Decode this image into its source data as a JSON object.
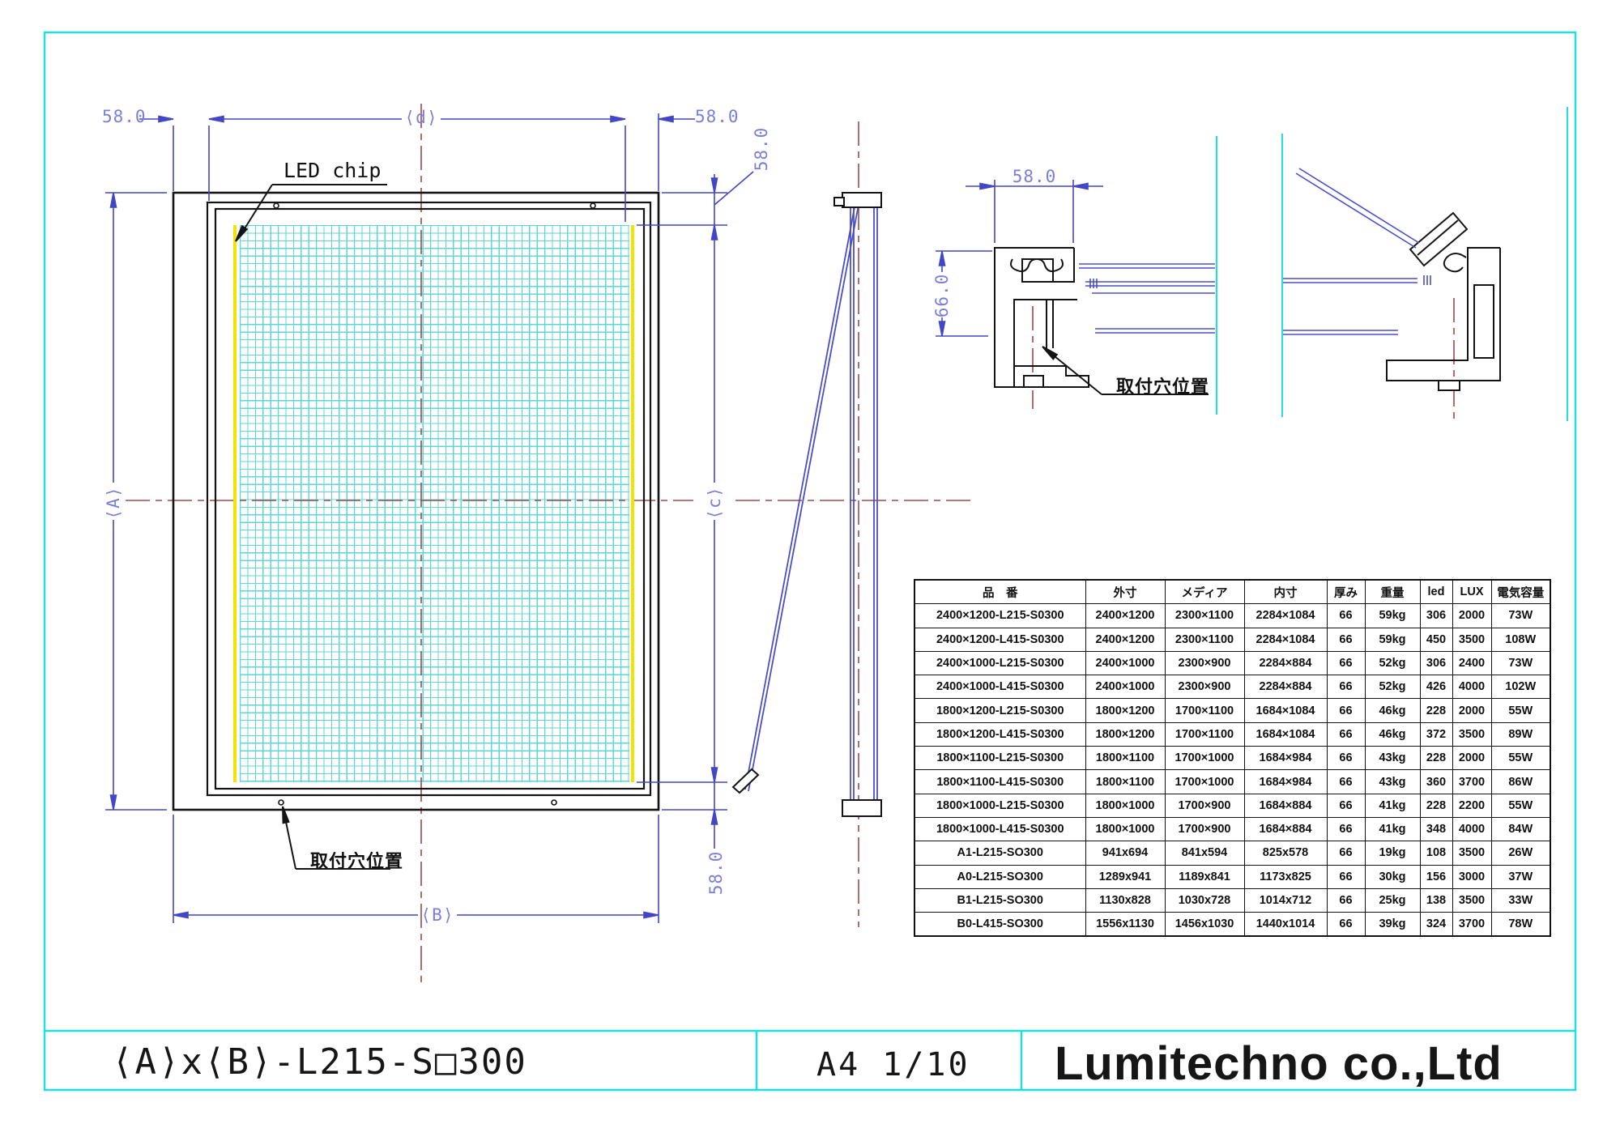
{
  "front_view": {
    "dims": {
      "margin": "58.0",
      "media_width": "⟨d⟩",
      "overall_height": "⟨A⟩",
      "overall_width": "⟨B⟩",
      "media_height": "⟨c⟩"
    },
    "annotations": {
      "led_chip": "LED chip",
      "mount_hole": "取付穴位置"
    }
  },
  "section_view": {
    "dims": {
      "frame_width": "58.0",
      "frame_depth": "66.0"
    },
    "annotations": {
      "mount_hole": "取付穴位置"
    }
  },
  "table": {
    "headers": [
      "品　番",
      "外寸",
      "メディア",
      "内寸",
      "厚み",
      "重量",
      "led",
      "LUX",
      "電気容量"
    ],
    "rows": [
      [
        "2400×1200-L215-S0300",
        "2400×1200",
        "2300×1100",
        "2284×1084",
        "66",
        "59kg",
        "306",
        "2000",
        "73W"
      ],
      [
        "2400×1200-L415-S0300",
        "2400×1200",
        "2300×1100",
        "2284×1084",
        "66",
        "59kg",
        "450",
        "3500",
        "108W"
      ],
      [
        "2400×1000-L215-S0300",
        "2400×1000",
        "2300×900",
        "2284×884",
        "66",
        "52kg",
        "306",
        "2400",
        "73W"
      ],
      [
        "2400×1000-L415-S0300",
        "2400×1000",
        "2300×900",
        "2284×884",
        "66",
        "52kg",
        "426",
        "4000",
        "102W"
      ],
      [
        "1800×1200-L215-S0300",
        "1800×1200",
        "1700×1100",
        "1684×1084",
        "66",
        "46kg",
        "228",
        "2000",
        "55W"
      ],
      [
        "1800×1200-L415-S0300",
        "1800×1200",
        "1700×1100",
        "1684×1084",
        "66",
        "46kg",
        "372",
        "3500",
        "89W"
      ],
      [
        "1800×1100-L215-S0300",
        "1800×1100",
        "1700×1000",
        "1684×984",
        "66",
        "43kg",
        "228",
        "2000",
        "55W"
      ],
      [
        "1800×1100-L415-S0300",
        "1800×1100",
        "1700×1000",
        "1684×984",
        "66",
        "43kg",
        "360",
        "3700",
        "86W"
      ],
      [
        "1800×1000-L215-S0300",
        "1800×1000",
        "1700×900",
        "1684×884",
        "66",
        "41kg",
        "228",
        "2200",
        "55W"
      ],
      [
        "1800×1000-L415-S0300",
        "1800×1000",
        "1700×900",
        "1684×884",
        "66",
        "41kg",
        "348",
        "4000",
        "84W"
      ],
      [
        "A1-L215-SO300",
        "941x694",
        "841x594",
        "825x578",
        "66",
        "19kg",
        "108",
        "3500",
        "26W"
      ],
      [
        "A0-L215-SO300",
        "1289x941",
        "1189x841",
        "1173x825",
        "66",
        "30kg",
        "156",
        "3000",
        "37W"
      ],
      [
        "B1-L215-SO300",
        "1130x828",
        "1030x728",
        "1014x712",
        "66",
        "25kg",
        "138",
        "3500",
        "33W"
      ],
      [
        "B0-L415-SO300",
        "1556x1130",
        "1456x1030",
        "1440x1014",
        "66",
        "39kg",
        "324",
        "3700",
        "78W"
      ]
    ]
  },
  "title_block": {
    "part_number": "⟨A⟩x⟨B⟩-L215-S□300",
    "sheet_scale": "A4 1/10",
    "company": "Lumitechno co.,Ltd"
  },
  "colors": {
    "dimension_blue": "#4347c6",
    "dim_text_blue": "#7a7ed8",
    "centerline_red": "#9a4a4a",
    "grid_cyan": "#5ed6d6",
    "led_strip_yellow": "#f2e400",
    "border_cyan": "#1fdede",
    "line_black": "#141414"
  }
}
